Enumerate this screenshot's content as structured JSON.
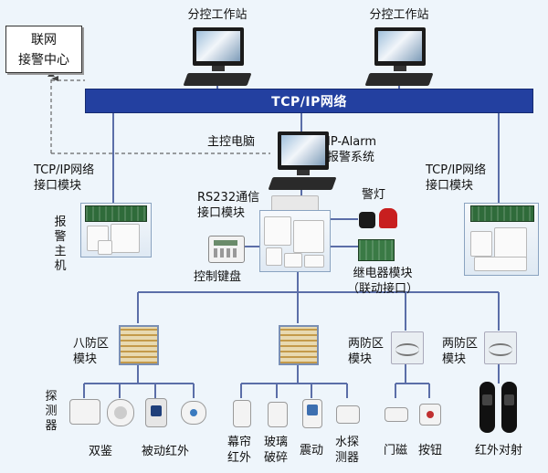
{
  "labels": {
    "monitoring_center": [
      "联网",
      "接警中心"
    ],
    "workstation_left": "分控工作站",
    "workstation_right": "分控工作站",
    "network": "TCP/IP网络",
    "main_pc": "主控电脑",
    "ip_alarm": [
      "IP-Alarm",
      "报警系统"
    ],
    "tcp_left": [
      "TCP/IP网络",
      "接口模块"
    ],
    "tcp_right": [
      "TCP/IP网络",
      "接口模块"
    ],
    "rs232": [
      "RS232通信",
      "接口模块"
    ],
    "alarm_lamp": "警灯",
    "alarm_host": "报警主机",
    "keypad": "控制键盘",
    "relay": [
      "继电器模块",
      "（联动接口）"
    ],
    "eight_zone": [
      "八防区",
      "模块"
    ],
    "two_zone_a": [
      "两防区",
      "模块"
    ],
    "two_zone_b": [
      "两防区",
      "模块"
    ],
    "detector": "探测器",
    "dual_tech": "双鉴",
    "passive_ir": "被动红外",
    "curtain_ir": [
      "幕帘",
      "红外"
    ],
    "glass_break": [
      "玻璃",
      "破碎"
    ],
    "vibration": "震动",
    "water": [
      "水探",
      "测器"
    ],
    "door_contact": "门磁",
    "button": "按钮",
    "ir_beam": "红外对射"
  },
  "colors": {
    "bus": "#2340a0",
    "line": "#5b6ea8",
    "background": "#eef5fb"
  },
  "icons": [
    "computer-icon",
    "control-panel-icon",
    "keypad-icon",
    "alarm-lamp-icon",
    "relay-board-icon",
    "zone-module-icon",
    "sensor-icon",
    "ir-beam-icon",
    "network-board-icon"
  ]
}
